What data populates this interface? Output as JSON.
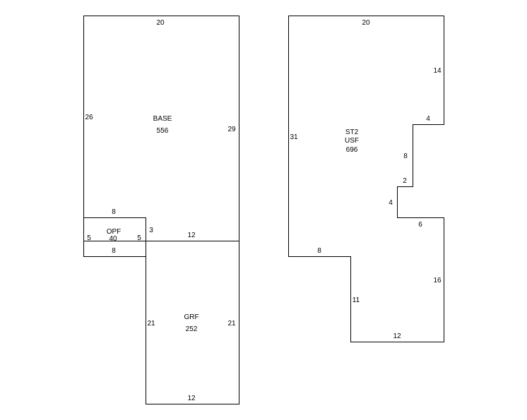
{
  "base": {
    "name": "BASE",
    "area": "556",
    "dims": {
      "top": "20",
      "left": "26",
      "right": "29",
      "bottom": "12"
    }
  },
  "opf": {
    "name": "OPF",
    "area": "40",
    "dims": {
      "top": "8",
      "bottom": "8",
      "left": "5",
      "right": "5",
      "offset": "3"
    }
  },
  "grf": {
    "name": "GRF",
    "area": "252",
    "dims": {
      "left": "21",
      "right": "21",
      "bottom": "12"
    }
  },
  "st2": {
    "name_line1": "ST2",
    "name_line2": "USF",
    "area": "696",
    "dims": {
      "top": "20",
      "right_upper": "14",
      "step1": "4",
      "step2": "8",
      "step3": "2",
      "step4": "4",
      "step5": "6",
      "right_lower": "16",
      "bottom": "12",
      "inner": "11",
      "left_bottom": "8",
      "left": "31"
    }
  }
}
